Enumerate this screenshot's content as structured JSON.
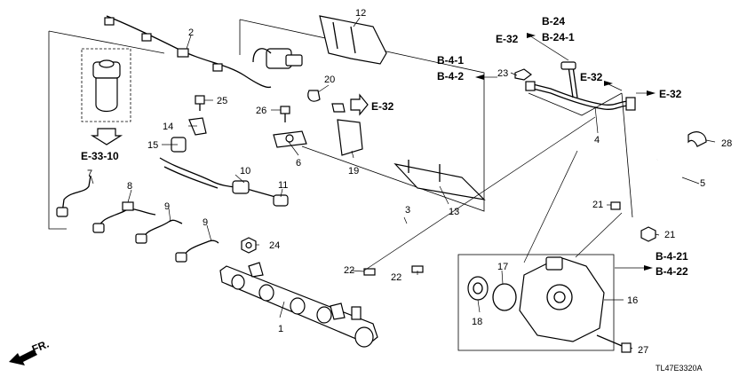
{
  "callouts": [
    "1",
    "2",
    "3",
    "4",
    "5",
    "6",
    "7",
    "8",
    "9",
    "9",
    "10",
    "11",
    "12",
    "13",
    "14",
    "15",
    "16",
    "17",
    "18",
    "19",
    "20",
    "21",
    "21",
    "22",
    "22",
    "23",
    "24",
    "25",
    "26",
    "27",
    "28"
  ],
  "refs": {
    "e33_10": "E-33-10",
    "b4_1": "B-4-1",
    "b4_2": "B-4-2",
    "e32_a": "E-32",
    "e32_b": "E-32",
    "e32_c": "E-32",
    "e32_d": "E-32",
    "b24": "B-24",
    "b24_1": "B-24-1",
    "b4_21": "B-4-21",
    "b4_22": "B-4-22"
  },
  "front_label": "FR.",
  "diagram_code": "TL47E3320A"
}
